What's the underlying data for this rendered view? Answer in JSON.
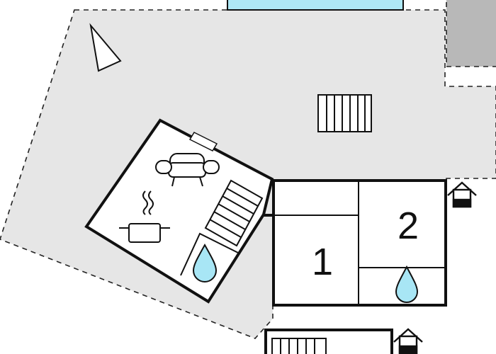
{
  "floor_plan": {
    "rooms": [
      {
        "id": "room-1",
        "label": "1"
      },
      {
        "id": "room-2",
        "label": "2"
      }
    ],
    "icons": [
      "north-arrow-icon",
      "outdoor-shower-icon",
      "sofa-icon",
      "cooking-pot-icon",
      "bathroom-drop-icon",
      "doghouse-icon"
    ],
    "colors": {
      "terrace_fill": "#e6e6e6",
      "pool_fill": "#aee8f5",
      "shed_fill": "#b8b8b8",
      "drop_fill": "#a8e6f5",
      "wall": "#111111"
    }
  }
}
